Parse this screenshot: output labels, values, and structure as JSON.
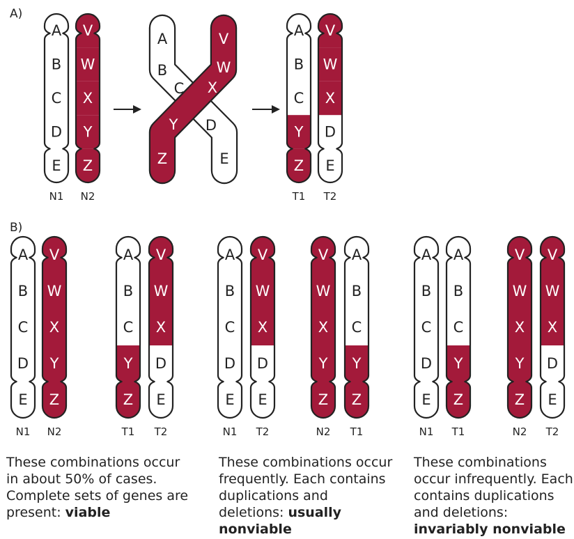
{
  "panel_labels": {
    "a": "A)",
    "b": "B)"
  },
  "colors": {
    "red": "#A31A3A",
    "outline": "#222222",
    "white": "#ffffff"
  },
  "top_left_pair": {
    "left": {
      "label": "N1",
      "genes": [
        "A",
        "B",
        "C",
        "D",
        "E"
      ]
    },
    "right": {
      "label": "N2",
      "genes": [
        "V",
        "W",
        "X",
        "Y",
        "Z"
      ]
    }
  },
  "crossover": {
    "white_genes": [
      "A",
      "B",
      "C",
      "D",
      "E"
    ],
    "red_genes": [
      "V",
      "W",
      "X",
      "Y",
      "Z"
    ]
  },
  "top_right_pair": {
    "left": {
      "label": "T1",
      "genes": [
        "A",
        "B",
        "C",
        "Y",
        "Z"
      ]
    },
    "right": {
      "label": "T2",
      "genes": [
        "V",
        "W",
        "X",
        "D",
        "E"
      ]
    }
  },
  "combinations": [
    {
      "left": {
        "label": "N1",
        "genes": [
          "A",
          "B",
          "C",
          "D",
          "E"
        ]
      },
      "right": {
        "label": "N2",
        "genes": [
          "V",
          "W",
          "X",
          "Y",
          "Z"
        ]
      }
    },
    {
      "left": {
        "label": "T1",
        "genes": [
          "A",
          "B",
          "C",
          "Y",
          "Z"
        ]
      },
      "right": {
        "label": "T2",
        "genes": [
          "V",
          "W",
          "X",
          "D",
          "E"
        ]
      }
    },
    {
      "left": {
        "label": "N1",
        "genes": [
          "A",
          "B",
          "C",
          "D",
          "E"
        ]
      },
      "right": {
        "label": "T2",
        "genes": [
          "V",
          "W",
          "X",
          "D",
          "E"
        ]
      }
    },
    {
      "left": {
        "label": "N2",
        "genes": [
          "V",
          "W",
          "X",
          "Y",
          "Z"
        ]
      },
      "right": {
        "label": "T1",
        "genes": [
          "A",
          "B",
          "C",
          "Y",
          "Z"
        ]
      }
    },
    {
      "left": {
        "label": "N1",
        "genes": [
          "A",
          "B",
          "C",
          "D",
          "E"
        ]
      },
      "right": {
        "label": "T1",
        "genes": [
          "A",
          "B",
          "C",
          "Y",
          "Z"
        ]
      }
    },
    {
      "left": {
        "label": "N2",
        "genes": [
          "V",
          "W",
          "X",
          "Y",
          "Z"
        ]
      },
      "right": {
        "label": "T2",
        "genes": [
          "V",
          "W",
          "X",
          "D",
          "E"
        ]
      }
    }
  ],
  "captions": [
    {
      "text": "These combinations occur in about 50% of cases. Complete sets of genes are present: ",
      "bold": "viable"
    },
    {
      "text": "These combinations occur frequently. Each contains duplications and deletions: ",
      "bold": "usually nonviable"
    },
    {
      "text": "These combinations occur infrequently. Each contains duplications and deletions: ",
      "bold": "invariably nonviable"
    }
  ]
}
